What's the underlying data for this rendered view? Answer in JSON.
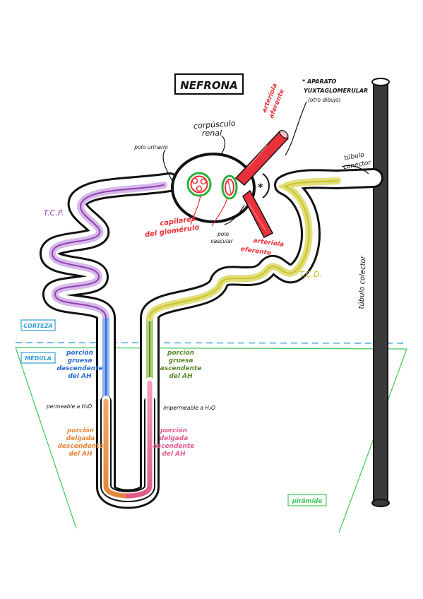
{
  "title": "NEFRONA",
  "colors": {
    "tcp": "#8e44ad",
    "tcp_fill": "#d7b8ec",
    "tcd": "#c8c42c",
    "tcd_fill": "#e1df7a",
    "desc_thick": "#2a6ad0",
    "desc_thick_fill": "#8fb3ef",
    "asc_thick": "#5a8a2a",
    "asc_thick_fill": "#b0d07a",
    "desc_thin": "#e2873a",
    "asc_thin": "#e25a8c",
    "arteriole": "#e8313a",
    "glomerulus": "#e8313a",
    "zone": "#33a0d6",
    "pyramid": "#3ec85a",
    "collector": "#3a3a3a"
  },
  "labels": {
    "corpusculo_1": "corpúsculo",
    "corpusculo_2": "renal",
    "polo_urinario": "polo urinario",
    "polo_vascular_1": "polo",
    "polo_vascular_2": "vascular",
    "capilares_1": "capilares",
    "capilares_2": "del glomérulo",
    "aparato_1": "* APARATO",
    "aparato_2": "YUXTAGLOMERULAR",
    "aparato_3": "(otro dibujo)",
    "aferente_1": "arteriola",
    "aferente_2": "aferente",
    "eferente_1": "arteriola",
    "eferente_2": "eferente",
    "asterisk": "*",
    "tubulo_conector_1": "túbulo",
    "tubulo_conector_2": "conector",
    "tubulo_colector": "túbulo colector",
    "tcp": "T.C.P.",
    "tcd": "T.C.D.",
    "corteza": "CORTEZA",
    "medula": "MÉDULA",
    "desc_gruesa": [
      "porción",
      "gruesa",
      "descendente",
      "del AH"
    ],
    "asc_gruesa": [
      "porción",
      "gruesa",
      "ascendente",
      "del AH"
    ],
    "permeable": "permeable a H₂O",
    "impermeable": "impermeable a H₂O",
    "desc_delgada": [
      "porción",
      "delgada",
      "descendente",
      "del AH"
    ],
    "asc_delgada": [
      "porción",
      "delgada",
      "ascendente",
      "del AH"
    ],
    "piramide": "pirámide"
  }
}
